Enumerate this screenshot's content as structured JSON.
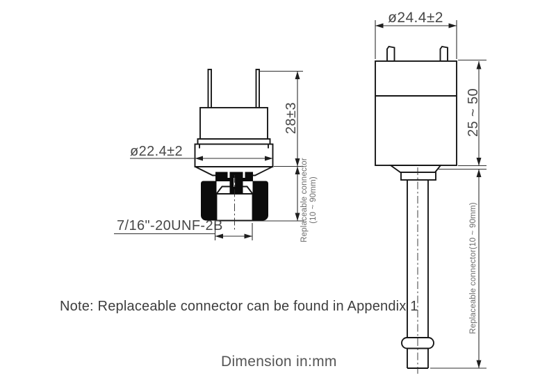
{
  "left_view": {
    "diameter_label": "ø22.4±2",
    "height_label": "28±3",
    "thread_label": "7/16\"-20UNF-2B",
    "connector_label_line1": "Replaceable connector",
    "connector_label_line2": "(10 ~ 90mm)"
  },
  "right_view": {
    "diameter_label": "ø24.4±2",
    "height_range_label": "25 ~ 50",
    "connector_label": "Replaceable connector(10 ~ 90mm)"
  },
  "note": {
    "text": "Note: Replaceable connector can be found in Appendix 1"
  },
  "footer": {
    "unit_label": "Dimension in:mm"
  },
  "colors": {
    "line": "#161616",
    "dimension_line": "#2e2e2e",
    "text": "#474747",
    "connector_fill": "#0b0b0b",
    "background": "#ffffff"
  }
}
